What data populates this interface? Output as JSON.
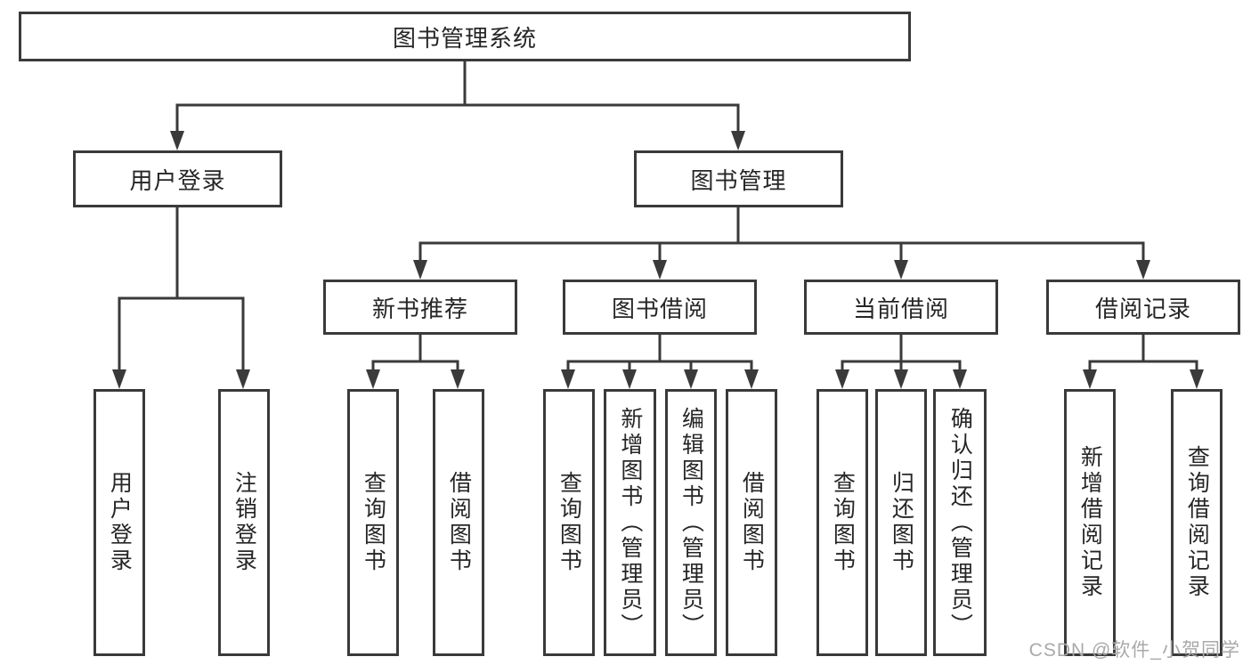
{
  "diagram": {
    "title": "图书管理系统",
    "branches": [
      {
        "label": "用户登录",
        "children": [
          {
            "label": "用户登录"
          },
          {
            "label": "注销登录"
          }
        ]
      },
      {
        "label": "图书管理",
        "children": [
          {
            "label": "新书推荐",
            "children": [
              {
                "label": "查询图书"
              },
              {
                "label": "借阅图书"
              }
            ]
          },
          {
            "label": "图书借阅",
            "children": [
              {
                "label": "查询图书"
              },
              {
                "label": "新增图书（管理员）"
              },
              {
                "label": "编辑图书（管理员）"
              },
              {
                "label": "借阅图书"
              }
            ]
          },
          {
            "label": "当前借阅",
            "children": [
              {
                "label": "查询图书"
              },
              {
                "label": "归还图书"
              },
              {
                "label": "确认归还（管理员）"
              }
            ]
          },
          {
            "label": "借阅记录",
            "children": [
              {
                "label": "新增借阅记录"
              },
              {
                "label": "查询借阅记录"
              }
            ]
          }
        ]
      }
    ]
  },
  "watermark": {
    "text": "CSDN @软件_小贺同学"
  },
  "colors": {
    "line": "#3a3a3a",
    "text": "#262626",
    "background": "#ffffff",
    "watermark": "#a9a9a9"
  }
}
